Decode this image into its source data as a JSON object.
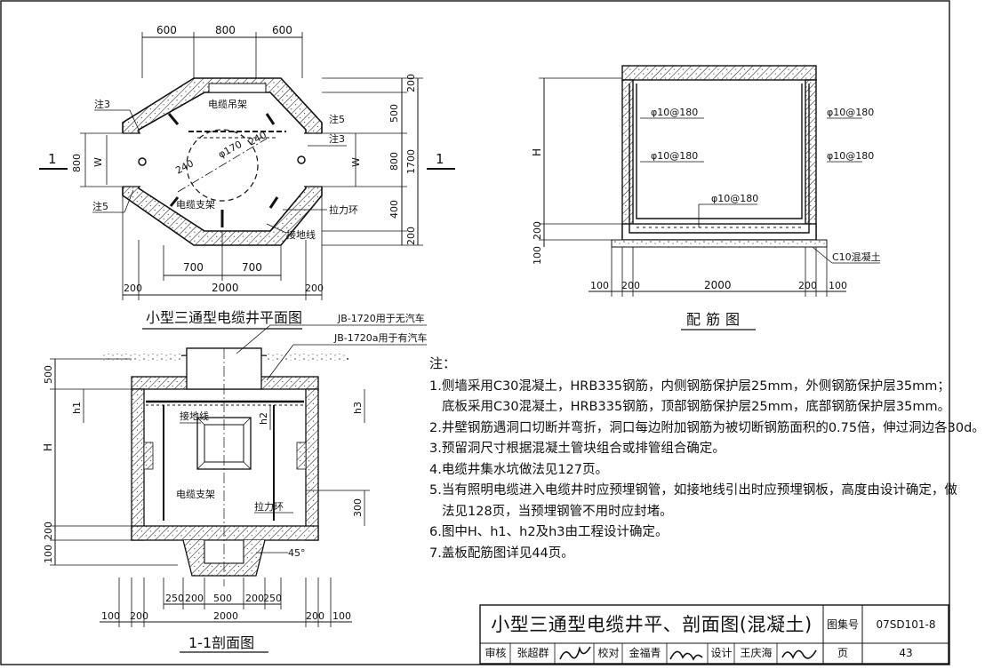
{
  "plan": {
    "title": "小型三通型电缆井平面图",
    "dims_top": [
      "600",
      "800",
      "600"
    ],
    "dims_bottom_inner": [
      "700",
      "700"
    ],
    "dims_bottom": [
      "200",
      "2000",
      "200"
    ],
    "dims_right": [
      "200",
      "500",
      "800",
      "400",
      "200"
    ],
    "dim_right_total": "1700",
    "dim_left": "800",
    "w_label": "W",
    "section_mark": "1",
    "labels": {
      "note3_top": "注3",
      "note5_left": "注5",
      "note5_right": "注5",
      "note3_right": "注3",
      "cable_hanger": "电缆吊架",
      "cable_support": "电缆支架",
      "pull_ring": "拉力环",
      "ground_wire": "接地线",
      "phi170": "φ170",
      "r240a": "240",
      "r240b": "240"
    }
  },
  "rebar": {
    "title": "配筋图",
    "h_label": "H",
    "left_dims": [
      "200",
      "100"
    ],
    "bars": [
      "φ10@180",
      "φ10@180",
      "φ10@180",
      "φ10@180",
      "φ10@180"
    ],
    "c10": "C10混凝土",
    "dims_bottom": [
      "100",
      "200",
      "2000",
      "200",
      "100"
    ]
  },
  "section": {
    "title": "1-1剖面图",
    "cover1": "JB-1720用于无汽车",
    "cover2": "JB-1720a用于有汽车",
    "left_dims": [
      "500",
      "H",
      "200",
      "100"
    ],
    "h1": "h1",
    "h2": "h2",
    "h3": "h3",
    "dim_300": "300",
    "angle": "45°",
    "labels": {
      "ground_wire": "接地线",
      "cable_support": "电缆支架",
      "pull_ring": "拉力环"
    },
    "dims_inner": [
      "250",
      "200",
      "500",
      "200",
      "250"
    ],
    "dims_mid": "2000",
    "dims_outer": [
      "100",
      "200",
      "200",
      "100"
    ]
  },
  "notes": {
    "heading": "注：",
    "items": [
      "1.侧墙采用C30混凝土，HRB335钢筋，内侧钢筋保护层25mm，外侧钢筋保护层35mm；",
      "底板采用C30混凝土，HRB335钢筋，顶部钢筋保护层25mm，底部钢筋保护层35mm。",
      "2.井壁钢筋遇洞口切断并弯折，洞口每边附加钢筋为被切断钢筋面积的0.75倍，伸过洞边各30d。",
      "3.预留洞尺寸根据混凝土管块组合或排管组合确定。",
      "4.电缆井集水坑做法见127页。",
      "5.当有照明电缆进入电缆井时应预埋钢管，如接地线引出时应预埋钢板，高度由设计确定，做",
      "法见128页，当预埋钢管不用时应封堵。",
      "6.图中H、h1、h2及h3由工程设计确定。",
      "7.盖板配筋图详见44页。"
    ]
  },
  "titleblock": {
    "title": "小型三通型电缆井平、剖面图(混凝土)",
    "atlas_label": "图集号",
    "atlas_no": "07SD101-8",
    "page_label": "页",
    "page_no": "43",
    "review_label": "审核",
    "reviewer": "张超群",
    "check_label": "校对",
    "checker": "金福青",
    "design_label": "设计",
    "designer": "王庆海"
  }
}
